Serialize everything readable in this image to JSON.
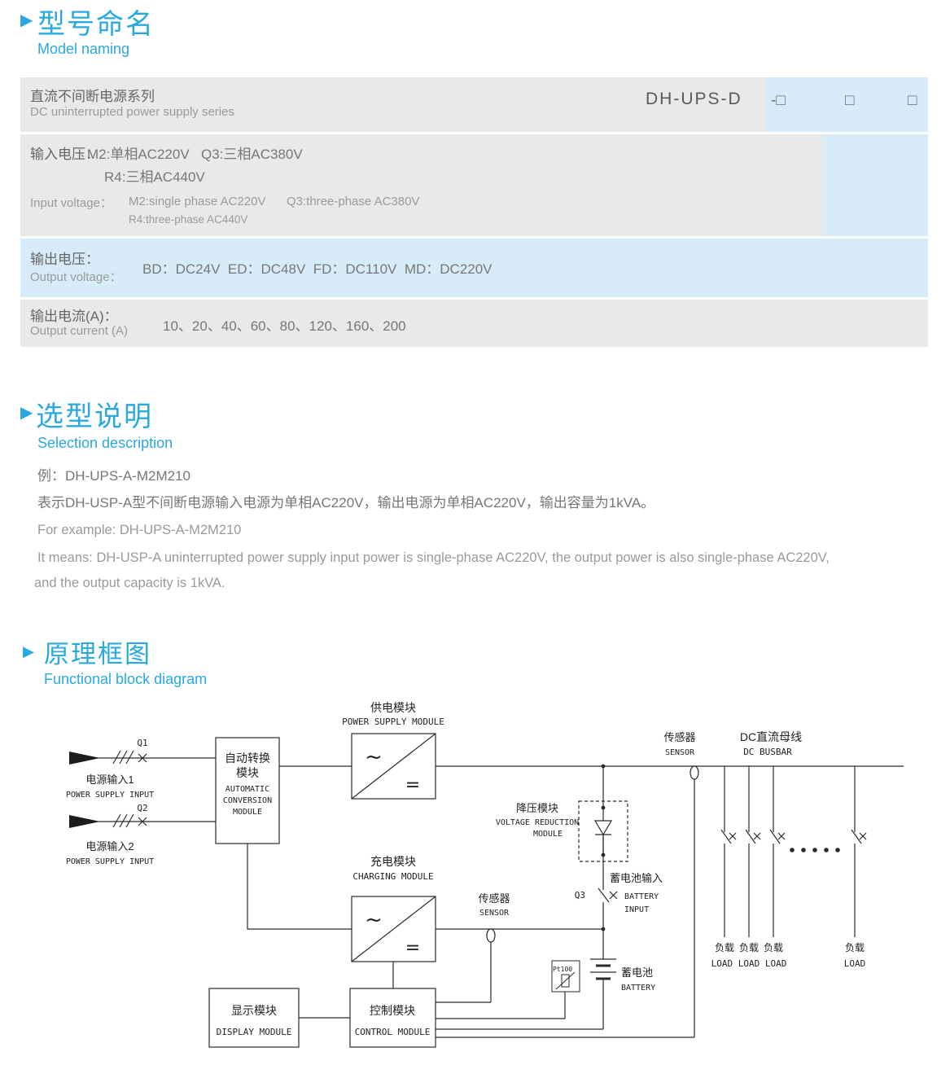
{
  "colors": {
    "accent": "#29a9e0",
    "row_gray": "#e9e9e9",
    "row_blue": "#d7ecf8"
  },
  "section_model_naming": {
    "marker": "▶",
    "title_cn": "型号命名",
    "title_en": "Model naming",
    "table": {
      "row1": {
        "series_cn": "直流不间断电源系列",
        "series_en": "DC uninterrupted power supply series",
        "model_code": "DH-UPS-D",
        "box1": "-□",
        "box2": "□",
        "box3": "□"
      },
      "row2": {
        "label_cn": "输入电压：",
        "m2_cn": "M2:单相AC220V",
        "q3_cn": "Q3:三相AC380V",
        "r4_cn": "R4:三相AC440V",
        "label_en": "Input voltage：",
        "m2_en": "M2:single phase AC220V",
        "q3_en": "Q3:three-phase AC380V",
        "r4_en": "R4:three-phase AC440V"
      },
      "row3": {
        "label_cn": "输出电压：",
        "label_en": "Output voltage：",
        "values": "BD：DC24V  ED：DC48V  FD：DC110V  MD：DC220V"
      },
      "row4": {
        "label_cn": "输出电流(A)：",
        "label_en": "Output current (A)",
        "values": "10、20、40、60、80、120、160、200"
      }
    }
  },
  "section_selection": {
    "marker": "▶",
    "title_cn": "选型说明",
    "title_en": "Selection description",
    "example_cn": "例：DH-UPS-A-M2M210",
    "desc_cn": "表示DH-USP-A型不间断电源输入电源为单相AC220V，输出电源为单相AC220V，输出容量为1kVA。",
    "example_en": "For example: DH-UPS-A-M2M210",
    "desc_en_line1": "It means: DH-USP-A uninterrupted power supply input power is single-phase AC220V, the output power is also single-phase AC220V,",
    "desc_en_line2": "and the output capacity is 1kVA."
  },
  "section_diagram": {
    "marker": "▶",
    "title_cn": "原理框图",
    "title_en": "Functional block diagram",
    "labels": {
      "q1": "Q1",
      "q2": "Q2",
      "q3": "Q3",
      "power_input1_cn": "电源输入1",
      "power_input1_en": "POWER SUPPLY INPUT",
      "power_input2_cn": "电源输入2",
      "power_input2_en": "POWER SUPPLY INPUT",
      "auto_conversion_cn1": "自动转换",
      "auto_conversion_cn2": "模块",
      "auto_conversion_en1": "AUTOMATIC",
      "auto_conversion_en2": "CONVERSION",
      "auto_conversion_en3": "MODULE",
      "power_supply_module_cn": "供电模块",
      "power_supply_module_en": "POWER SUPPLY MODULE",
      "charging_module_cn": "充电模块",
      "charging_module_en": "CHARGING MODULE",
      "sensor_bus_cn": "传感器",
      "sensor_bus_en": "SENSOR",
      "sensor_chg_cn": "传感器",
      "sensor_chg_en": "SENSOR",
      "dc_busbar_cn": "DC直流母线",
      "dc_busbar_en": "DC BUSBAR",
      "voltage_reduction_cn": "降压模块",
      "voltage_reduction_en1": "VOLTAGE REDUCTION",
      "voltage_reduction_en2": "MODULE",
      "battery_input_cn": "蓄电池输入",
      "battery_input_en1": "BATTERY",
      "battery_input_en2": "INPUT",
      "battery_cn": "蓄电池",
      "battery_en": "BATTERY",
      "pt100": "Pt100",
      "display_module_cn": "显示模块",
      "display_module_en": "DISPLAY MODULE",
      "control_module_cn": "控制模块",
      "control_module_en": "CONTROL MODULE",
      "load_cn": "负载",
      "load_en": "LOAD",
      "load_row_en": "LOAD LOAD LOAD",
      "ac": "~",
      "dc": "="
    }
  }
}
